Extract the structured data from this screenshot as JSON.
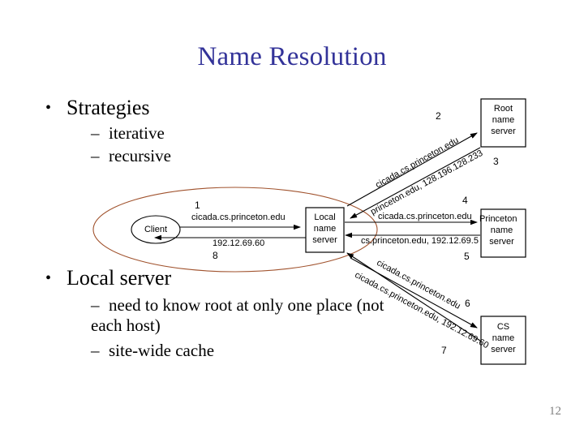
{
  "slide": {
    "title": "Name Resolution",
    "page_number": "12",
    "accent_title_color": "#333399",
    "ellipse_color": "#A0522D",
    "body_color": "#000000",
    "page_number_color": "#808080"
  },
  "bullets": [
    {
      "label": "Strategies",
      "sub": [
        "iterative",
        "recursive"
      ]
    },
    {
      "label": "Local server",
      "sub": [
        "need to know root at only one place (not each host)",
        "site-wide cache"
      ]
    }
  ],
  "diagram": {
    "nodes": {
      "client": "Client",
      "local_server": "Local\nname\nserver",
      "local_server_l1": "Local",
      "local_server_l2": "name",
      "local_server_l3": "server",
      "root_server_l1": "Root",
      "root_server_l2": "name",
      "root_server_l3": "server",
      "princeton_server_l1": "Princeton",
      "princeton_server_l2": "name",
      "princeton_server_l3": "server",
      "cs_server_l1": "CS",
      "cs_server_l2": "name",
      "cs_server_l3": "server"
    },
    "messages": [
      {
        "step": "1",
        "label": "cicada.cs.princeton.edu"
      },
      {
        "step": "2",
        "label": "cicada.cs.princeton.edu"
      },
      {
        "step": "3",
        "label": "princeton.edu, 128.196.128.233"
      },
      {
        "step": "4",
        "label": "cicada.cs.princeton.edu"
      },
      {
        "step": "5",
        "label": "cs.princeton.edu, 192.12.69.5"
      },
      {
        "step": "6",
        "label": "cicada.cs.princeton.edu"
      },
      {
        "step": "7",
        "label": "cicada.cs.princeton.edu, 192.12.69.60"
      },
      {
        "step": "8",
        "label": "192.12.69.60"
      }
    ]
  }
}
